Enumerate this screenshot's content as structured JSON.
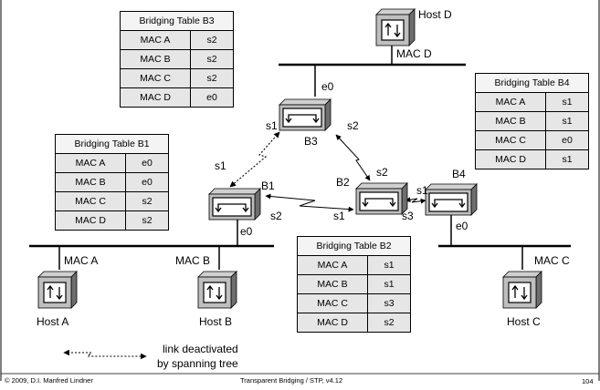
{
  "lan_labels": {
    "mac_a": "MAC A",
    "mac_b": "MAC B",
    "mac_c": "MAC C",
    "mac_d": "MAC D"
  },
  "hosts": {
    "a": "Host A",
    "b": "Host B",
    "c": "Host C",
    "d": "Host D"
  },
  "bridges": {
    "b1": "B1",
    "b2": "B2",
    "b3": "B3",
    "b4": "B4"
  },
  "ports": {
    "b3_e0": "e0",
    "b3_s1": "s1",
    "b3_s2": "s2",
    "b1_s1": "s1",
    "b1_s2": "s2",
    "b1_e0": "e0",
    "b2_s2": "s2",
    "b2_s1": "s1",
    "b2_s3": "s3",
    "b4_s1": "s1",
    "b4_e0": "e0"
  },
  "tables": {
    "b3": {
      "title": "Bridging Table B3",
      "rows": [
        [
          "MAC A",
          "s2"
        ],
        [
          "MAC B",
          "s2"
        ],
        [
          "MAC C",
          "s2"
        ],
        [
          "MAC D",
          "e0"
        ]
      ]
    },
    "b1": {
      "title": "Bridging Table B1",
      "rows": [
        [
          "MAC A",
          "e0"
        ],
        [
          "MAC B",
          "e0"
        ],
        [
          "MAC C",
          "s2"
        ],
        [
          "MAC D",
          "s2"
        ]
      ]
    },
    "b2": {
      "title": "Bridging Table B2",
      "rows": [
        [
          "MAC A",
          "s1"
        ],
        [
          "MAC B",
          "s1"
        ],
        [
          "MAC C",
          "s3"
        ],
        [
          "MAC D",
          "s2"
        ]
      ]
    },
    "b4": {
      "title": "Bridging Table B4",
      "rows": [
        [
          "MAC A",
          "s1"
        ],
        [
          "MAC B",
          "s1"
        ],
        [
          "MAC C",
          "e0"
        ],
        [
          "MAC D",
          "s1"
        ]
      ]
    }
  },
  "legend": {
    "line1": "link deactivated",
    "line2": "by spanning tree"
  },
  "footer": {
    "copyright": "© 2009, D.I. Manfred Lindner",
    "center": "Transparent Bridging / STP, v4.12",
    "page": "104"
  }
}
